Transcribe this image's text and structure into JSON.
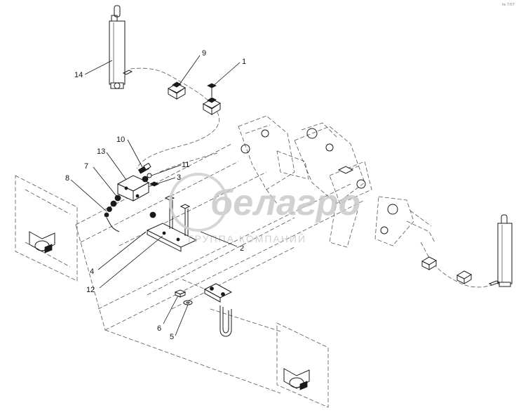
{
  "watermark": {
    "logo_text": "белагро",
    "subtitle": "ГРУППА КОМПАНИЙ"
  },
  "corner_mark": "№ 7/07",
  "callouts": [
    {
      "id": "c1",
      "label": "1"
    },
    {
      "id": "c2",
      "label": "2"
    },
    {
      "id": "c3",
      "label": "3"
    },
    {
      "id": "c4",
      "label": "4"
    },
    {
      "id": "c5",
      "label": "5"
    },
    {
      "id": "c6",
      "label": "6"
    },
    {
      "id": "c7",
      "label": "7"
    },
    {
      "id": "c8",
      "label": "8"
    },
    {
      "id": "c9",
      "label": "9"
    },
    {
      "id": "c10",
      "label": "10"
    },
    {
      "id": "c11",
      "label": "11"
    },
    {
      "id": "c12",
      "label": "12"
    },
    {
      "id": "c13",
      "label": "13"
    },
    {
      "id": "c14",
      "label": "14"
    }
  ]
}
